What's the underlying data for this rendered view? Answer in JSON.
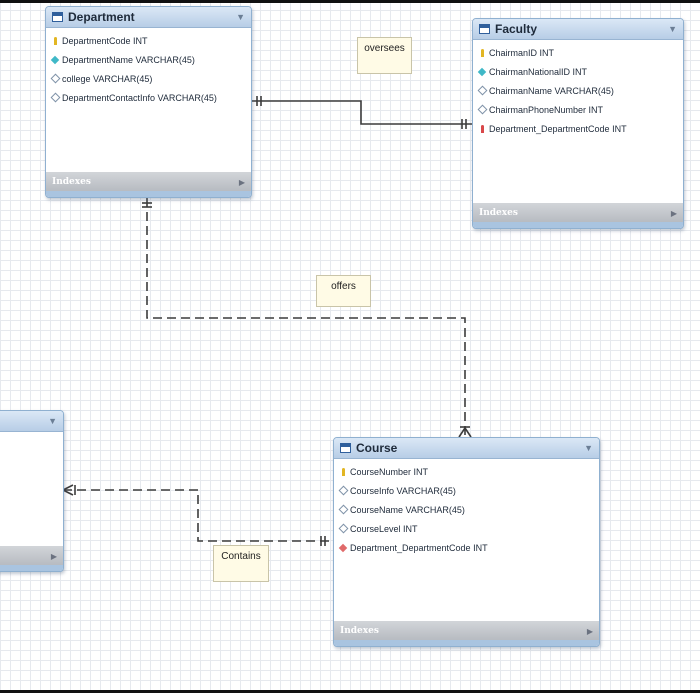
{
  "tables": {
    "department": {
      "name": "Department",
      "columns": [
        {
          "text": "DepartmentCode INT",
          "icon": "primary-key-icon"
        },
        {
          "text": "DepartmentName VARCHAR(45)",
          "icon": "filled-diamond-icon"
        },
        {
          "text": "college VARCHAR(45)",
          "icon": "empty-diamond-icon"
        },
        {
          "text": "DepartmentContactInfo VARCHAR(45)",
          "icon": "empty-diamond-icon"
        }
      ],
      "indexes_label": "Indexes"
    },
    "faculty": {
      "name": "Faculty",
      "columns": [
        {
          "text": "ChairmanID INT",
          "icon": "primary-key-icon"
        },
        {
          "text": "ChairmanNationalID INT",
          "icon": "filled-diamond-icon"
        },
        {
          "text": "ChairmanName VARCHAR(45)",
          "icon": "empty-diamond-icon"
        },
        {
          "text": "ChairmanPhoneNumber INT",
          "icon": "empty-diamond-icon"
        },
        {
          "text": "Department_DepartmentCode INT",
          "icon": "foreign-key-icon"
        }
      ],
      "indexes_label": "Indexes"
    },
    "course": {
      "name": "Course",
      "columns": [
        {
          "text": "CourseNumber INT",
          "icon": "primary-key-icon"
        },
        {
          "text": "CourseInfo VARCHAR(45)",
          "icon": "empty-diamond-icon"
        },
        {
          "text": "CourseName VARCHAR(45)",
          "icon": "empty-diamond-icon"
        },
        {
          "text": "CourseLevel INT",
          "icon": "empty-diamond-icon"
        },
        {
          "text": "Department_DepartmentCode INT",
          "icon": "fk-diamond-icon"
        }
      ],
      "indexes_label": "Indexes"
    }
  },
  "relationships": {
    "oversees": "oversees",
    "offers": "offers",
    "contains": "Contains"
  },
  "colors": {
    "header_blue": "#b7cde6",
    "note_fill": "#fffbe6",
    "connector": "#3c3c3c"
  }
}
